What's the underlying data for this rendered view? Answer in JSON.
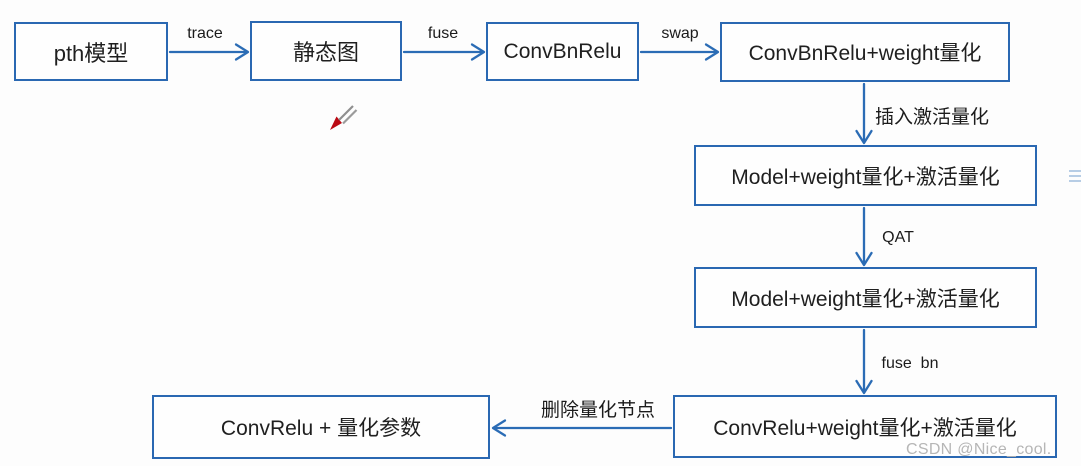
{
  "diagram": {
    "title_hint": "PyTorch QAT quantization flow",
    "boxes": [
      {
        "id": "pth-model",
        "label": "pth模型"
      },
      {
        "id": "static-graph",
        "label": "静态图"
      },
      {
        "id": "convbnrelu",
        "label": "ConvBnRelu"
      },
      {
        "id": "convbnrelu-weight",
        "label": "ConvBnRelu+weight量化"
      },
      {
        "id": "model-weight-act-1",
        "label": "Model+weight量化+激活量化"
      },
      {
        "id": "model-weight-act-2",
        "label": "Model+weight量化+激活量化"
      },
      {
        "id": "convrelu-weight-act",
        "label": "ConvRelu+weight量化+激活量化"
      },
      {
        "id": "convrelu-quant-params",
        "label": "ConvRelu + 量化参数"
      }
    ],
    "edges": [
      {
        "from": "pth-model",
        "to": "static-graph",
        "label": "trace"
      },
      {
        "from": "static-graph",
        "to": "convbnrelu",
        "label": "fuse"
      },
      {
        "from": "convbnrelu",
        "to": "convbnrelu-weight",
        "label": "swap"
      },
      {
        "from": "convbnrelu-weight",
        "to": "model-weight-act-1",
        "label": "插入激活量化"
      },
      {
        "from": "model-weight-act-1",
        "to": "model-weight-act-2",
        "label": "QAT"
      },
      {
        "from": "model-weight-act-2",
        "to": "convrelu-weight-act",
        "label": "fuse  bn"
      },
      {
        "from": "convrelu-weight-act",
        "to": "convrelu-quant-params",
        "label": "删除量化节点"
      }
    ],
    "colors": {
      "box_border": "#2a68b2",
      "arrow": "#2b6cb5",
      "box_text": "#1f1f1f",
      "label_text": "#1b1b1b",
      "watermark": "#b2b2b2",
      "pen_tip_red": "#bb0a14",
      "pen_body_gray": "#8f8f8f",
      "faint_icon_blue": "#7da5d2"
    },
    "icons": {
      "pen_cursor": "pen-cursor-icon",
      "faint_lines": "list-lines-icon"
    }
  },
  "watermark": {
    "text": "CSDN @Nice_cool."
  }
}
